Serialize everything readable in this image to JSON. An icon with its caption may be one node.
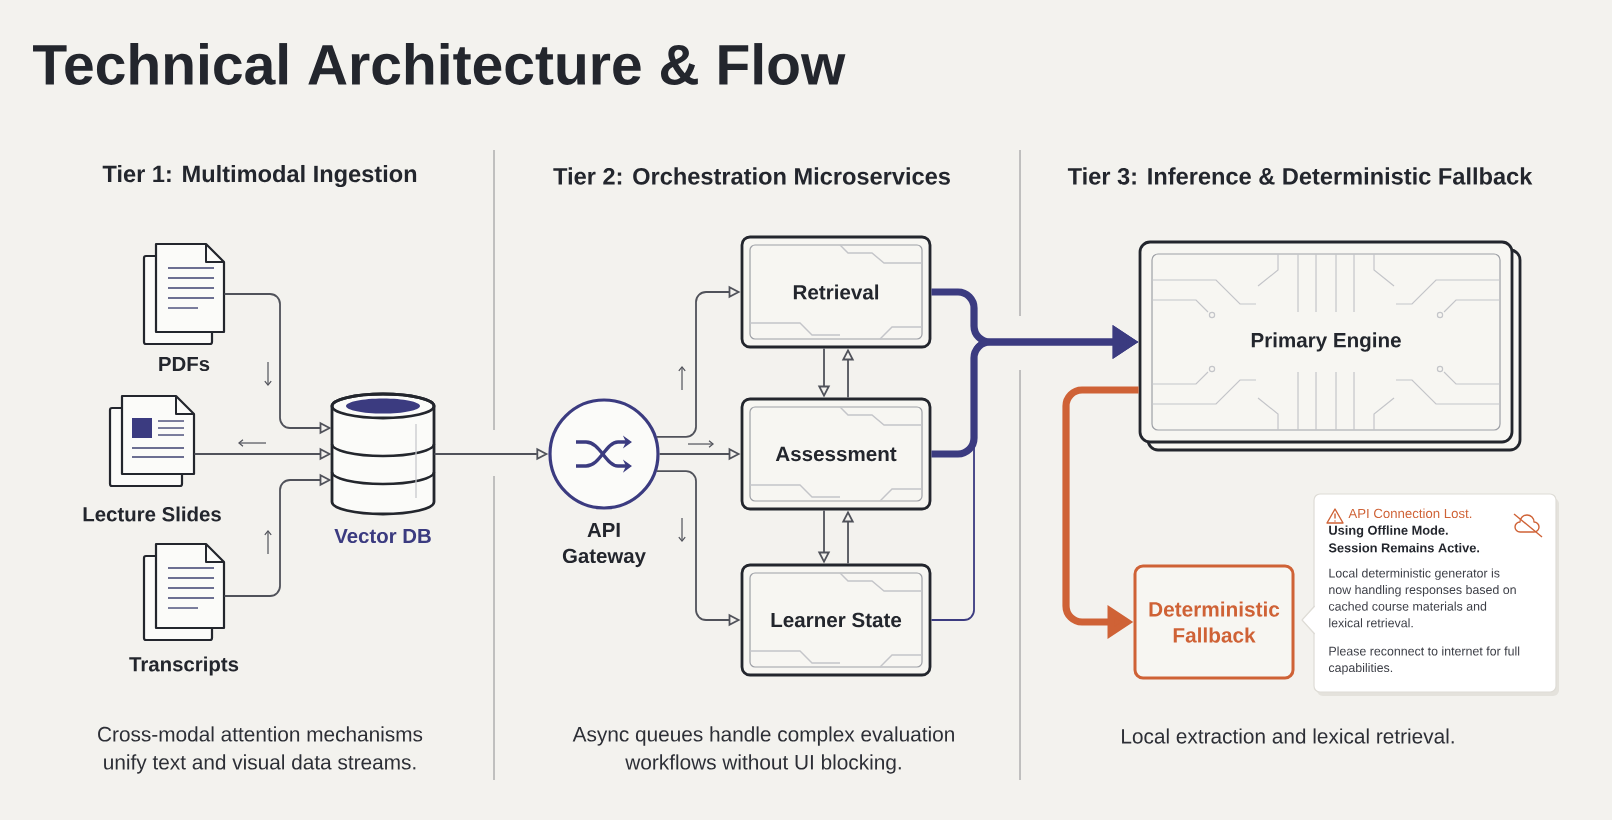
{
  "diagram": {
    "title": "Technical Architecture & Flow",
    "nodes": [
      {
        "text": [],
        "shape": "picture",
        "beside": [
          "PDFs"
        ]
      },
      {
        "text": [],
        "shape": "picture",
        "beside": [
          "Lecture Slides"
        ]
      },
      {
        "text": [],
        "shape": "picture",
        "beside": [
          "Transcripts"
        ]
      },
      {
        "text": [],
        "shape": "cylinder",
        "beside": [
          "Vector DB"
        ]
      },
      {
        "text": [],
        "shape": "circle",
        "beside": [
          "API Gateway"
        ]
      },
      {
        "text": [
          "Retrieval"
        ]
      },
      {
        "text": [
          "Assessment"
        ]
      },
      {
        "text": [
          "Learner State"
        ]
      },
      {
        "text": [
          "Primary Engine"
        ]
      },
      {
        "text": [
          "Deterministic Fallback"
        ]
      },
      {
        "text": [
          "API Connection Lost.",
          "Using Offline Mode. Session Remains Active.",
          "Local deterministic generator is now handling responses based on cached course materials and lexical retrieval.",
          "Please reconnect to internet for full capabilities."
        ]
      }
    ],
    "edges": [
      {
        "from": 0,
        "to": 3,
        "arrow": "to"
      },
      {
        "from": 1,
        "to": 3,
        "arrow": "to"
      },
      {
        "from": 2,
        "to": 3,
        "arrow": "to"
      },
      {
        "from": 3,
        "to": 4,
        "arrow": "to"
      },
      {
        "from": 4,
        "to": 5,
        "arrow": "to"
      },
      {
        "from": 4,
        "to": 6,
        "arrow": "to"
      },
      {
        "from": 4,
        "to": 7,
        "arrow": "to"
      },
      {
        "from": 5,
        "to": 6,
        "arrow": "to"
      },
      {
        "from": 6,
        "to": 5,
        "arrow": "to"
      },
      {
        "from": 6,
        "to": 7,
        "arrow": "to"
      },
      {
        "from": 7,
        "to": 6,
        "arrow": "to"
      },
      {
        "from": 5,
        "to": 8,
        "arrow": "to",
        "style": "thick",
        "color": "#3b3b80"
      },
      {
        "from": 6,
        "to": 8,
        "arrow": "to",
        "style": "thick",
        "color": "#3b3b80"
      },
      {
        "from": 7,
        "to": 8,
        "arrow": "to",
        "color": "#3b3b80"
      },
      {
        "from": 8,
        "to": 9,
        "arrow": "to",
        "style": "thick",
        "color": "#cf6236"
      }
    ],
    "labels": [
      "Tier 1: Multimodal Ingestion",
      "Tier 2: Orchestration Microservices",
      "Tier 3: Inference & Deterministic Fallback",
      "Cross-modal attention mechanisms unify text and visual data streams.",
      "Async queues handle complex evaluation workflows without UI blocking.",
      "Local extraction and lexical retrieval."
    ]
  }
}
